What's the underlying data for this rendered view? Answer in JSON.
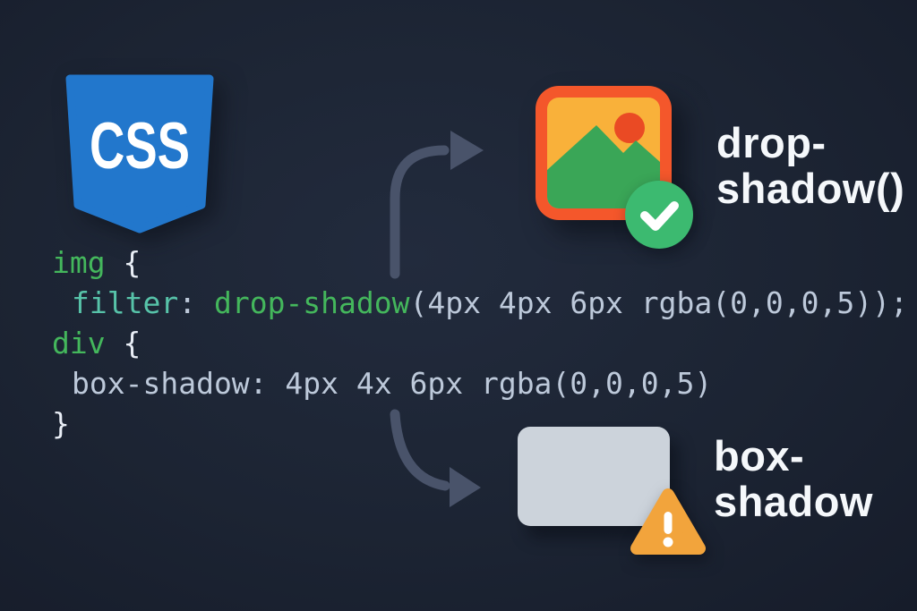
{
  "logo": {
    "text": "CSS"
  },
  "code": {
    "img_selector": "img",
    "img_open_brace": " {",
    "filter_property": "filter",
    "filter_colon": ": ",
    "drop_shadow_function": "drop-shadow",
    "drop_shadow_args": "(4px 4px 6px rgba(0,0,0,5));",
    "div_selector": "div",
    "div_open_brace": " {",
    "box_shadow_declaration": "box-shadow: 4px 4x 6px rgba(0,0,0,5)",
    "close_brace": "}"
  },
  "labels": {
    "drop_shadow_line1": "drop-",
    "drop_shadow_line2": "shadow()",
    "box_shadow_line1": "box-",
    "box_shadow_line2": "shadow"
  },
  "icons": {
    "result_good": "picture-frame-with-check-icon",
    "result_bad": "plain-box-with-warning-icon",
    "arrow_top": "curved-arrow-up-right-icon",
    "arrow_bottom": "curved-arrow-down-right-icon"
  },
  "colors": {
    "bg": "#1c2433",
    "shield_blue": "#2277cc",
    "code_green": "#44b75c",
    "code_teal": "#57c3a9",
    "code_light": "#bdc9da",
    "code_white": "#e9eef6",
    "arrow_gray": "#49536a",
    "frame_orange": "#f4572b",
    "frame_amber": "#f9b13a",
    "sun_red": "#ea4a24",
    "mountain_green": "#3aa657",
    "check_green": "#3cba70",
    "card_gray": "#ccd3db",
    "warning_orange": "#f2a43c",
    "label_white": "#f5f8fb"
  }
}
